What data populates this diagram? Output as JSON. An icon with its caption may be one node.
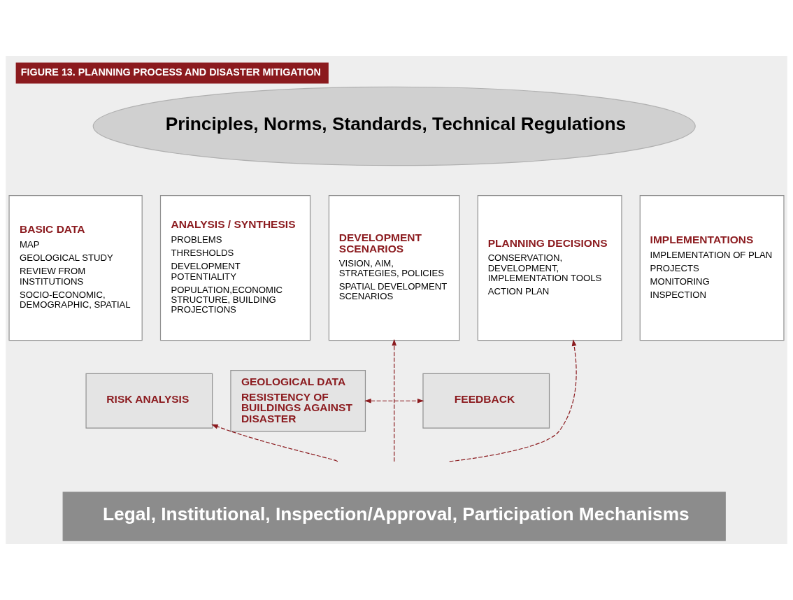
{
  "diagram": {
    "title": "FIGURE 13. PLANNING PROCESS AND DISASTER MITIGATION",
    "nodes": [
      {
        "text": [
          "Principles, Norms, Standards, Technical Regulations"
        ]
      },
      {
        "text": [
          "BASIC DATA",
          "MAP",
          "GEOLOGICAL STUDY",
          "REVIEW FROM INSTITUTIONS",
          "SOCIO-ECONOMIC, DEMOGRAPHIC, SPATIAL"
        ]
      },
      {
        "text": [
          "ANALYSIS / SYNTHESIS",
          "PROBLEMS",
          "THRESHOLDS",
          "DEVELOPMENT POTENTIALITY",
          "POPULATION,ECONOMIC STRUCTURE, BUILDING PROJECTIONS"
        ]
      },
      {
        "text": [
          "DEVELOPMENT SCENARIOS",
          "VISION, AIM, STRATEGIES, POLICIES",
          "SPATIAL DEVELOPMENT SCENARIOS"
        ]
      },
      {
        "text": [
          "PLANNING DECISIONS",
          "CONSERVATION, DEVELOPMENT, IMPLEMENTATION TOOLS",
          "ACTION PLAN"
        ]
      },
      {
        "text": [
          "IMPLEMENTATIONS",
          "IMPLEMENTATION OF PLAN",
          "PROJECTS",
          "MONITORING",
          "INSPECTION"
        ]
      },
      {
        "text": [
          "GEOLOGICAL DATA",
          "RESISTENCY OF BUILDINGS AGAINST DISASTER"
        ]
      },
      {
        "text": [
          "RISK ANALYSIS"
        ]
      },
      {
        "text": [
          "FEEDBACK"
        ]
      },
      {
        "text": [
          "Legal, Institutional, Inspection/Approval, Participation Mechanisms"
        ]
      }
    ],
    "edges": [
      {
        "from": null,
        "to": 7,
        "arrow": "to",
        "style": "dashed"
      },
      {
        "from": null,
        "to": 3,
        "arrow": "to",
        "style": "dashed"
      },
      {
        "from": null,
        "to": 4,
        "arrow": "to",
        "style": "dashed"
      },
      {
        "from": 6,
        "to": 8,
        "arrow": "both",
        "style": "dashed"
      }
    ]
  }
}
